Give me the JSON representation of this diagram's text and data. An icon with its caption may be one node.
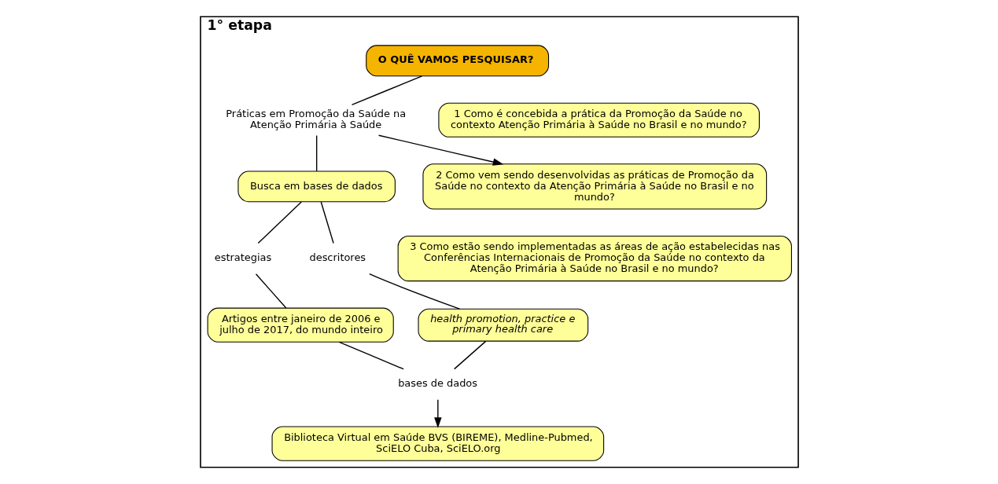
{
  "diagram": {
    "nodes": [
      {
        "text": [
          "1° etapa"
        ]
      },
      {
        "text": [
          "O QUÊ VAMOS PESQUISAR?"
        ],
        "in": 0
      },
      {
        "text": [
          "Práticas em Promoção da Saúde na Atenção Primária à Saúde"
        ],
        "in": 0
      },
      {
        "text": [
          "1 Como é concebida a prática da Promoção da Saúde no contexto Atenção Primária à Saúde no Brasil e no mundo?"
        ],
        "in": 0
      },
      {
        "text": [
          "2 Como vem sendo desenvolvidas as práticas de Promoção da Saúde no contexto da Atenção Primária à Saúde no Brasil e no mundo?"
        ],
        "in": 0
      },
      {
        "text": [
          "3 Como estão sendo implementadas as áreas de ação estabelecidas nas Conferências Internacionais de Promoção da Saúde no contexto da Atenção Primária à Saúde no Brasil e no mundo?"
        ],
        "in": 0
      },
      {
        "text": [
          "Busca em bases de dados"
        ],
        "in": 0
      },
      {
        "text": [
          "estrategias"
        ],
        "in": 0
      },
      {
        "text": [
          "descritores"
        ],
        "in": 0
      },
      {
        "text": [
          "Artigos entre janeiro de 2006 e julho de 2017, do mundo inteiro"
        ],
        "in": 0
      },
      {
        "text": [
          "health promotion, practice e primary health care"
        ],
        "in": 0
      },
      {
        "text": [
          "bases de dados"
        ],
        "in": 0
      },
      {
        "text": [
          "Biblioteca Virtual em Saúde BVS (BIREME), Medline-Pubmed, SciELO Cuba, SciELO.org"
        ],
        "in": 0
      }
    ],
    "edges": [
      {
        "from": 1,
        "to": 2,
        "arrow": "none"
      },
      {
        "from": 2,
        "to": 4,
        "arrow": "to"
      },
      {
        "from": 2,
        "to": 6,
        "arrow": "none"
      },
      {
        "from": 6,
        "to": 7,
        "arrow": "none"
      },
      {
        "from": 6,
        "to": 8,
        "arrow": "none"
      },
      {
        "from": 7,
        "to": 9,
        "arrow": "none"
      },
      {
        "from": 8,
        "to": 10,
        "arrow": "none"
      },
      {
        "from": 9,
        "to": 11,
        "arrow": "none"
      },
      {
        "from": 10,
        "to": 11,
        "arrow": "none"
      },
      {
        "from": 11,
        "to": 12,
        "arrow": "to"
      }
    ]
  }
}
